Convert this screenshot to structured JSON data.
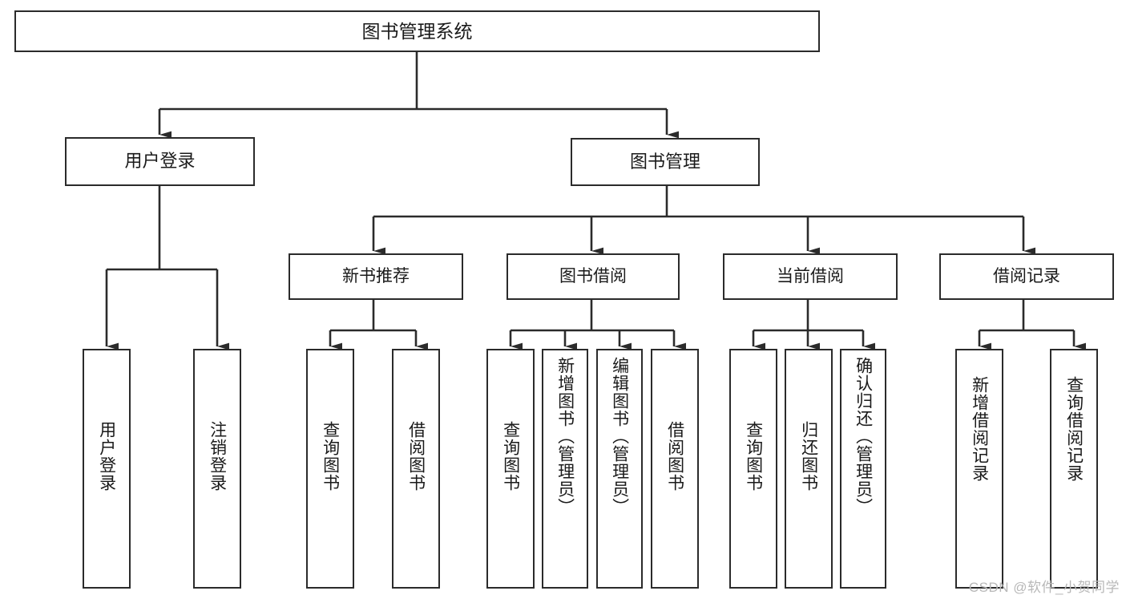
{
  "diagram": {
    "title": "图书管理系统",
    "type": "tree-hierarchy-diagram",
    "orientation": "top-down",
    "watermark": "CSDN @软件_小贺同学",
    "colors": {
      "box_border": "#2b2b2b",
      "box_fill": "#ffffff",
      "edge": "#2b2b2b",
      "text": "#1a1a1a",
      "watermark": "#b8b8b8",
      "background": "#ffffff"
    },
    "nodes": {
      "root": {
        "label": "图书管理系统"
      },
      "level1": [
        {
          "label": "用户登录"
        },
        {
          "label": "图书管理"
        }
      ],
      "level2": [
        {
          "label": "新书推荐"
        },
        {
          "label": "图书借阅"
        },
        {
          "label": "当前借阅"
        },
        {
          "label": "借阅记录"
        }
      ],
      "leaves": {
        "user_login": [
          {
            "label": "用户登录"
          },
          {
            "label": "注销登录"
          }
        ],
        "new_book_recommend": [
          {
            "label": "查询图书"
          },
          {
            "label": "借阅图书"
          }
        ],
        "book_borrow": [
          {
            "label": "查询图书"
          },
          {
            "label": "新增图书（管理员）"
          },
          {
            "label": "编辑图书（管理员）"
          },
          {
            "label": "借阅图书"
          }
        ],
        "current_borrow": [
          {
            "label": "查询图书"
          },
          {
            "label": "归还图书"
          },
          {
            "label": "确认归还（管理员）"
          }
        ],
        "borrow_record": [
          {
            "label": "新增借阅记录"
          },
          {
            "label": "查询借阅记录"
          }
        ]
      }
    }
  }
}
